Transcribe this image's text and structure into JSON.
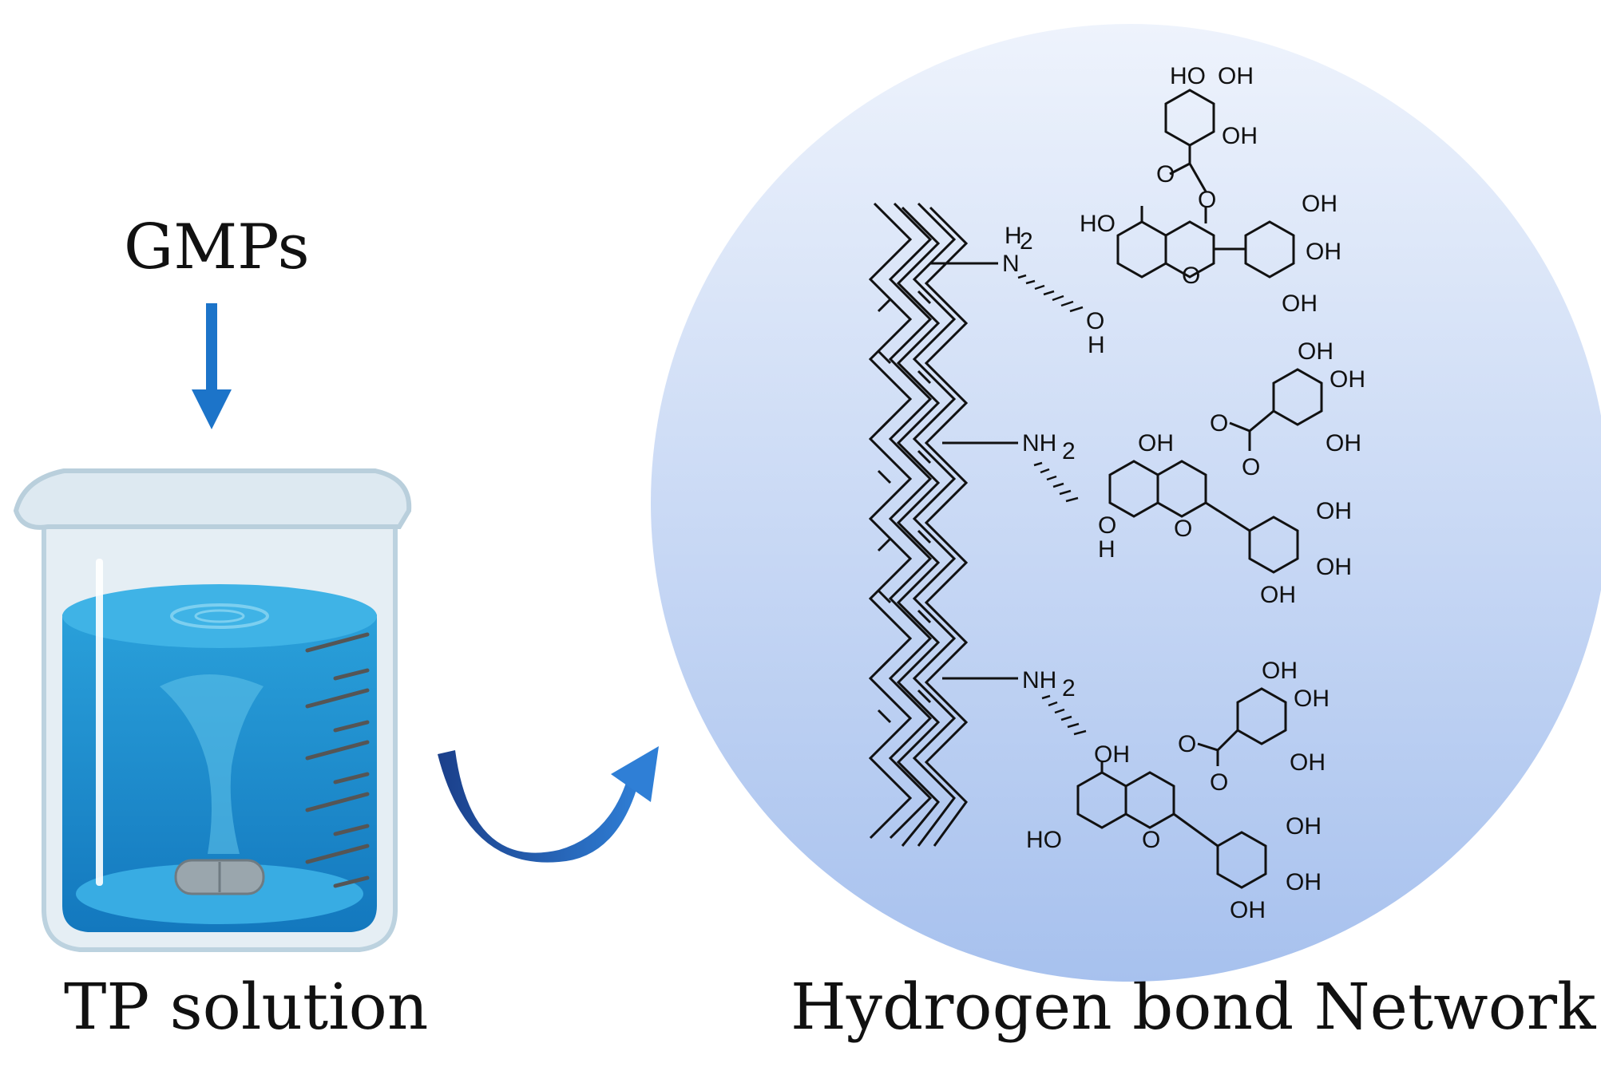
{
  "labels": {
    "input": "GMPs",
    "beaker": "TP solution",
    "network": "Hydrogen bond Network"
  },
  "chem": {
    "oh": "OH",
    "ho": "HO",
    "o": "O",
    "h": "H",
    "nh": "NH",
    "n": "N",
    "two": "2"
  },
  "colors": {
    "arrow_blue": "#1c74c9",
    "curve_arrow": "#1f5aa6",
    "circle_top": "#e9f0fc",
    "circle_bottom": "#a9c3ef",
    "liquid": "#1a8fd0"
  }
}
